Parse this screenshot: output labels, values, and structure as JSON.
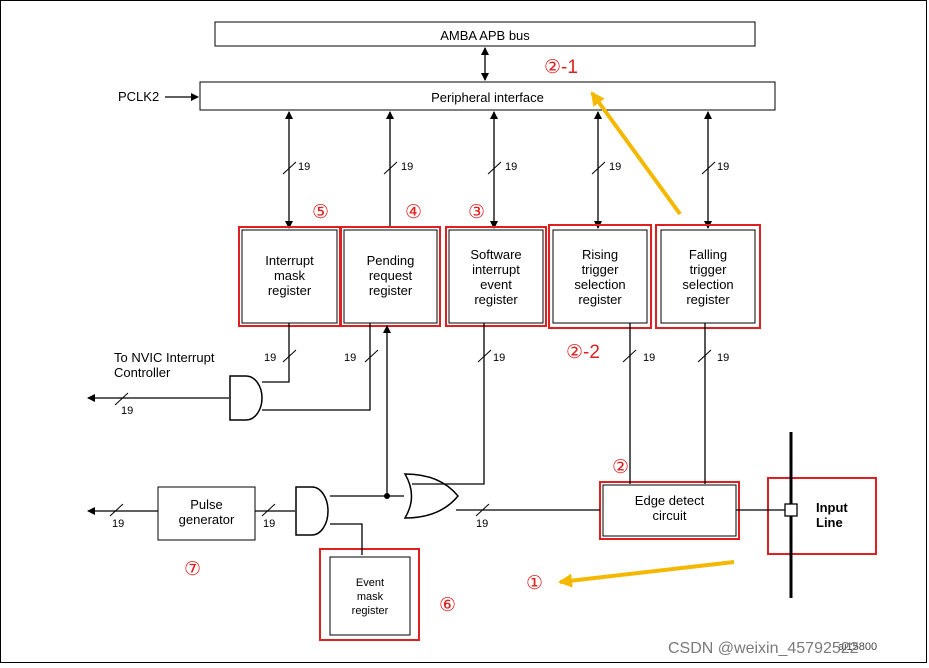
{
  "bus": {
    "label": "AMBA APB bus"
  },
  "interface": {
    "label": "Peripheral interface",
    "clock": "PCLK2"
  },
  "registers": {
    "imr": "Interrupt\nmask\nregister",
    "pr": "Pending\nrequest\nregister",
    "swier": "Software\ninterrupt\nevent\nregister",
    "rtsr": "Rising\ntrigger\nselection\nregister",
    "ftsr": "Falling\ntrigger\nselection\nregister",
    "emr": "Event\nmask\nregister"
  },
  "blocks": {
    "edge": "Edge detect\ncircuit",
    "pulse": "Pulse\ngenerator",
    "input": "Input\nLine"
  },
  "nvic": "To NVIC Interrupt\nController",
  "width_label": "19",
  "callouts": {
    "c1": "①",
    "c2": "②",
    "c2_1": "②-1",
    "c2_2": "②-2",
    "c3": "③",
    "c4": "④",
    "c5": "⑤",
    "c6": "⑥",
    "c7": "⑦"
  },
  "colors": {
    "highlight": "#e02020",
    "arrow": "#f5b800",
    "line": "#000000"
  },
  "ref_code": "ai15800",
  "watermark": "CSDN @weixin_45792522"
}
